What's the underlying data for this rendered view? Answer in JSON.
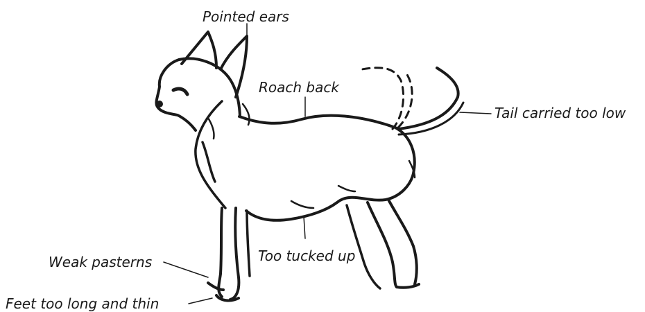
{
  "labels": {
    "pointed_ears": "Pointed ears",
    "roach_back": "Roach back",
    "tail_low": "Tail carried too low",
    "tucked_up": "Too tucked up",
    "weak_pasterns": "Weak pasterns",
    "feet_long": "Feet too long and thin"
  },
  "colors": {
    "ink": "#1a1a1a",
    "background": "#ffffff"
  }
}
